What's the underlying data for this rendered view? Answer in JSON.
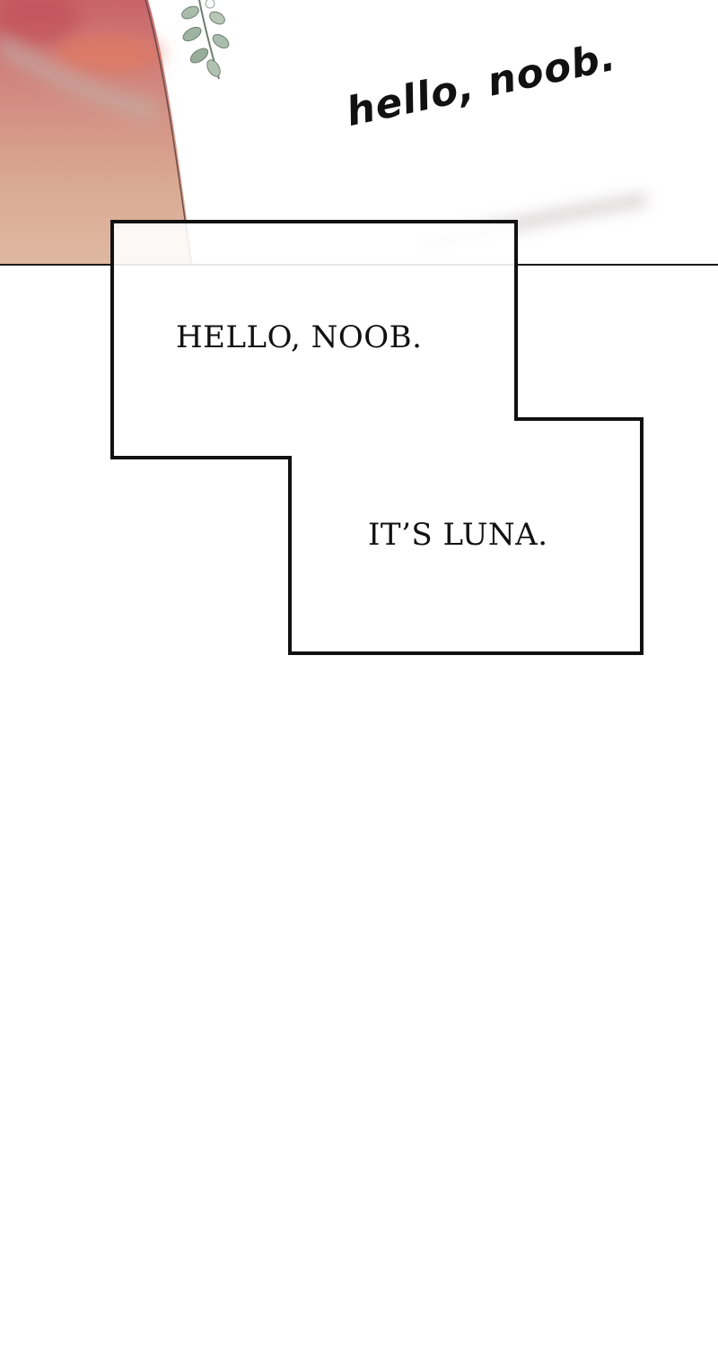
{
  "illustration": {
    "handwritten_text": "hello, noob."
  },
  "caption": {
    "line_1": "HELLO, NOOB.",
    "line_2": "IT’S LUNA."
  }
}
